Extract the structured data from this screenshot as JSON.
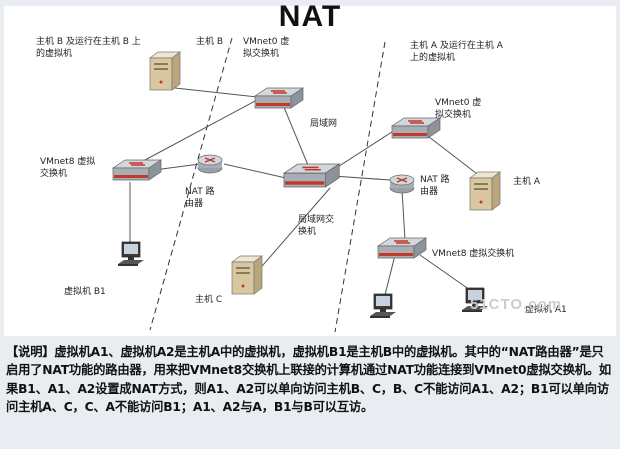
{
  "title": "NAT",
  "labels": {
    "host_b_vms": "主机 B 及运行在主机 B 上的虚拟机",
    "host_b": "主机 B",
    "vmnet0_b": "VMnet0 虚拟交换机",
    "host_a_vms": "主机 A 及运行在主机 A 上的虚拟机",
    "vmnet0_a": "VMnet0 虚拟交换机",
    "lan": "局域网",
    "vmnet8_b": "VMnet8 虚拟交换机",
    "nat_router_b": "NAT 路由器",
    "lan_switch": "局域网交 换机",
    "nat_router_a": "NAT 路由器",
    "host_a": "主机 A",
    "vmnet8_a": "VMnet8 虚拟交换机",
    "vm_b1": "虚拟机 B1",
    "host_c": "主机 C",
    "vm_a1": "虚拟机 A1"
  },
  "note": "【说明】虚拟机A1、虚拟机A2是主机A中的虚拟机，虚拟机B1是主机B中的虚拟机。其中的“NAT路由器”是只启用了NAT功能的路由器，用来把VMnet8交换机上联接的计算机通过NAT功能连接到VMnet0虚拟交换机。如果B1、A1、A2设置成NAT方式，则A1、A2可以单向访问主机B、C，B、C不能访问A1、A2；B1可以单向访问主机A、C，C、A不能访问B1；A1、A2与A，B1与B可以互访。",
  "watermark": "51CTO.com",
  "colors": {
    "switch_top": "#c8ccd2",
    "switch_side": "#9aa0a8",
    "stripe": "#c0392b",
    "line": "#555555",
    "server": "#d9c9a3"
  }
}
